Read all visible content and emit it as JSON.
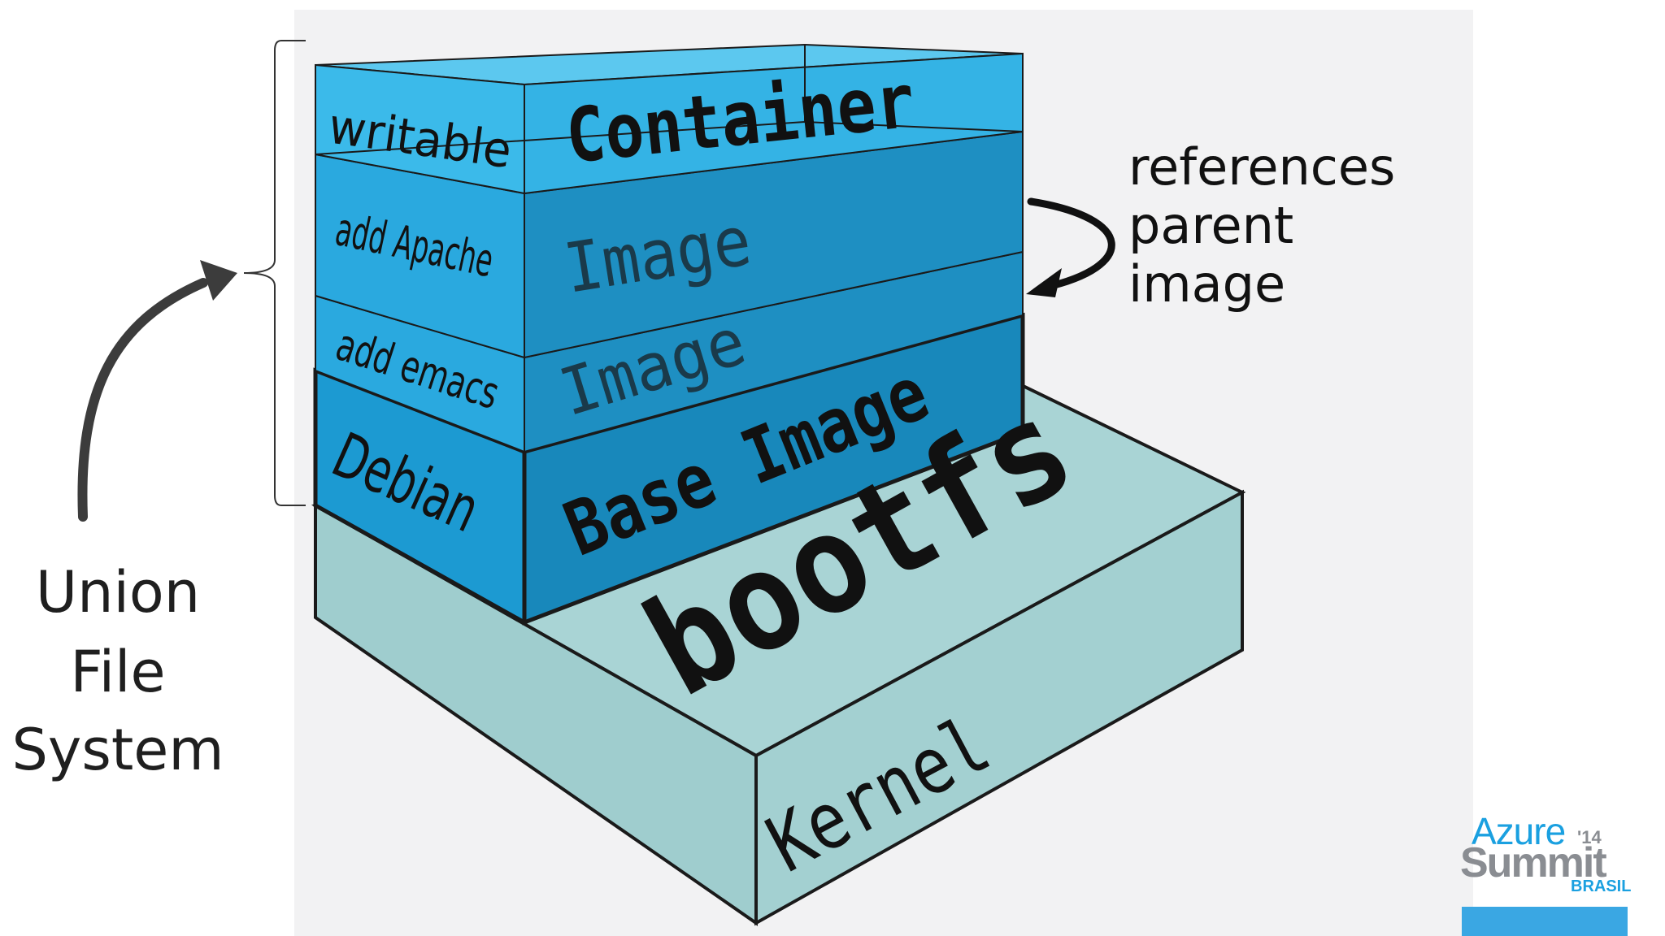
{
  "diagram": {
    "layers": {
      "writable": "writable",
      "container": "Container",
      "add_apache": "add Apache",
      "image_1": "Image",
      "add_emacs": "add emacs",
      "image_2": "Image",
      "debian": "Debian",
      "base_image": "Base Image",
      "bootfs": "bootfs",
      "kernel": "Kernel"
    },
    "annotation": [
      "references",
      "parent",
      "image"
    ],
    "union_fs": [
      "Union",
      "File",
      "System"
    ]
  },
  "logo": {
    "azure": "Azure",
    "year": "'14",
    "summit": "Summit",
    "country": "BRASIL"
  },
  "colors": {
    "background": "#f2f2f3",
    "container_layer": "#38b8e8",
    "image_layer": "#1f97cc",
    "base_layer": "#1892c8",
    "kernel_layer": "#a6d2d3",
    "outline": "#1a1a1a",
    "accent": "#1aa0e0"
  }
}
